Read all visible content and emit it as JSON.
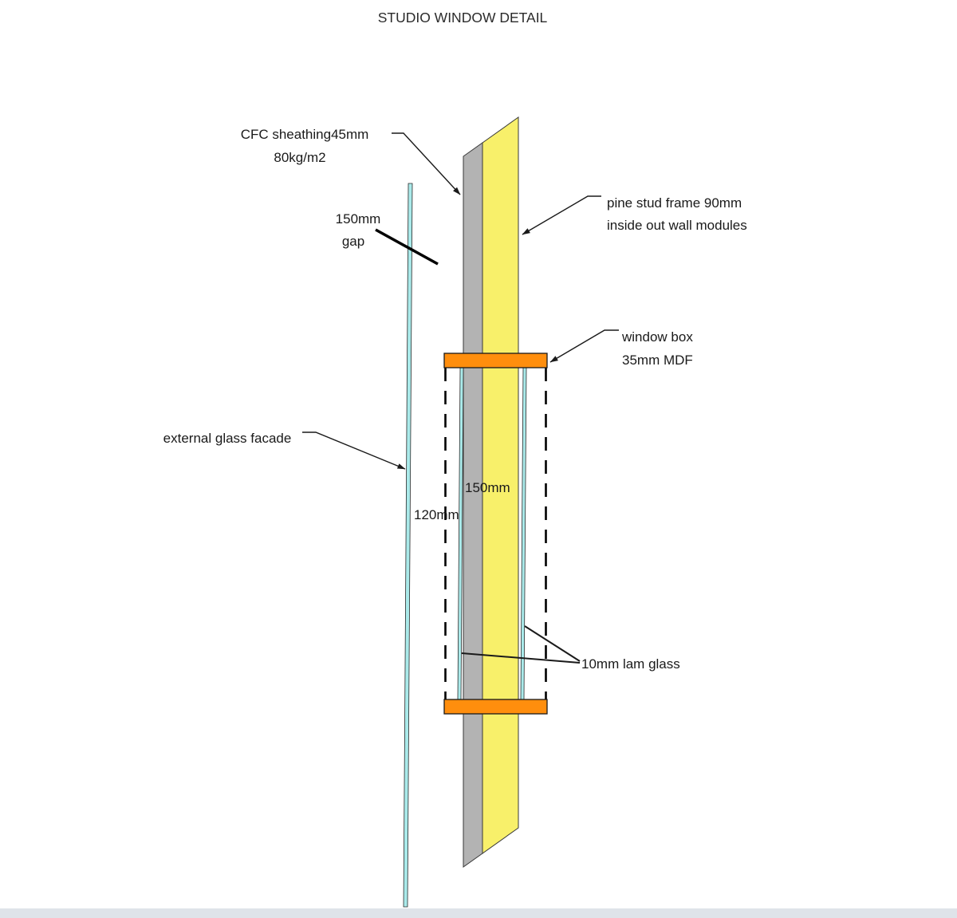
{
  "title": "STUDIO WINDOW DETAIL",
  "annotations": {
    "cfc_sheathing": {
      "line1": "CFC sheathing45mm",
      "line2": "80kg/m2"
    },
    "gap": {
      "line1": "150mm",
      "line2": "gap"
    },
    "pine_stud": {
      "line1": "pine stud frame 90mm",
      "line2": "inside out wall modules"
    },
    "window_box": {
      "line1": "window box",
      "line2": "35mm MDF"
    },
    "external_glass": {
      "label": "external glass facade"
    },
    "inner_width": {
      "label": "150mm"
    },
    "outer_width": {
      "label": "120mm"
    },
    "lam_glass": {
      "label": "10mm lam glass"
    }
  },
  "colors": {
    "sheathing": "#b3b3b3",
    "stud_frame": "#f8f06a",
    "mdf": "#ff8e0d",
    "glass": "#aaeaea",
    "footer_bar": "#dfe3e9"
  }
}
